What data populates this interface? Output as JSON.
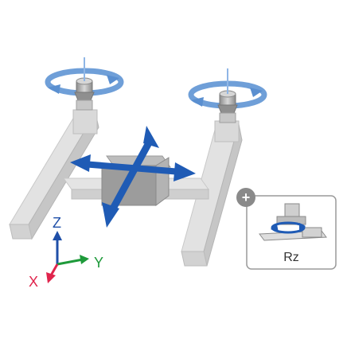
{
  "axes": {
    "z_label": "Z",
    "y_label": "Y",
    "x_label": "X"
  },
  "inset": {
    "plus_symbol": "+",
    "label": "Rz"
  },
  "colors": {
    "arrow_blue": "#1f5bb5",
    "rotation_ring_blue": "#6f9fd8",
    "z_axis": "#1f4fa8",
    "y_axis": "#1e9a3a",
    "x_axis": "#e0244c",
    "frame_light": "#e6e6e6",
    "frame_shade": "#bdbdbd",
    "block_gray": "#9a9a9a"
  },
  "icons": [
    "rotation-arrow-icon",
    "translation-cross-arrows-icon",
    "plus-icon",
    "coordinate-axes-icon"
  ]
}
